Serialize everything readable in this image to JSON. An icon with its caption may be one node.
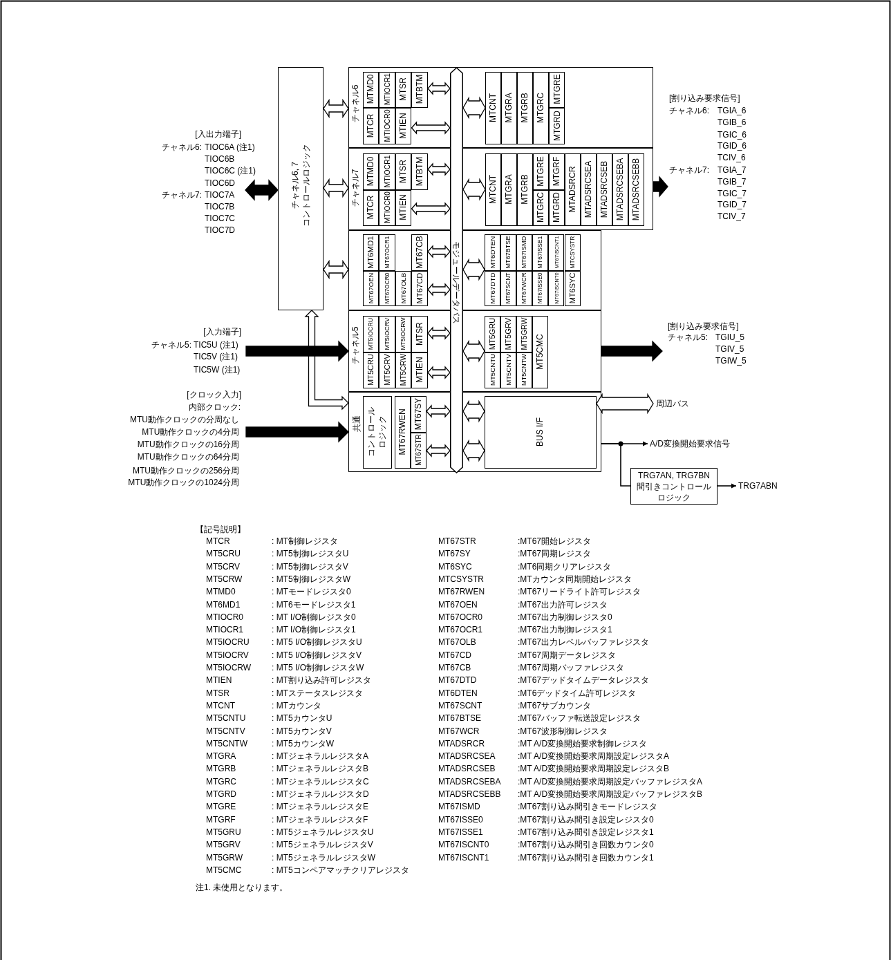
{
  "diagram": {
    "nodes": [
      {
        "text": [
          "チャネル6, 7 コントロールロジック"
        ]
      },
      {
        "text": [
          "チャネル6"
        ]
      },
      {
        "text": [
          "MTMD0"
        ],
        "in": 1
      },
      {
        "text": [
          "MTIOCR1"
        ],
        "in": 1
      },
      {
        "text": [
          "MTSR"
        ],
        "in": 1
      },
      {
        "text": [
          "MTBTM"
        ],
        "in": 1
      },
      {
        "text": [
          "MTCR"
        ],
        "in": 1
      },
      {
        "text": [
          "MTIOCR0"
        ],
        "in": 1
      },
      {
        "text": [
          "MTIEN"
        ],
        "in": 1
      },
      {
        "text": [
          "MTCNT"
        ],
        "in": 1
      },
      {
        "text": [
          "MTGRA"
        ],
        "in": 1
      },
      {
        "text": [
          "MTGRB"
        ],
        "in": 1
      },
      {
        "text": [
          "MTGRC"
        ],
        "in": 1
      },
      {
        "text": [
          "MTGRE"
        ],
        "in": 1
      },
      {
        "text": [
          "MTGRD"
        ],
        "in": 1
      },
      {
        "text": [
          "チャネル7"
        ]
      },
      {
        "text": [
          "MTMD0"
        ],
        "in": 15
      },
      {
        "text": [
          "MTIOCR1"
        ],
        "in": 15
      },
      {
        "text": [
          "MTSR"
        ],
        "in": 15
      },
      {
        "text": [
          "MTBTM"
        ],
        "in": 15
      },
      {
        "text": [
          "MTCR"
        ],
        "in": 15
      },
      {
        "text": [
          "MTIOCR0"
        ],
        "in": 15
      },
      {
        "text": [
          "MTIEN"
        ],
        "in": 15
      },
      {
        "text": [
          "MTCNT"
        ],
        "in": 15
      },
      {
        "text": [
          "MTGRA"
        ],
        "in": 15
      },
      {
        "text": [
          "MTGRB"
        ],
        "in": 15
      },
      {
        "text": [
          "MTGRE"
        ],
        "in": 15
      },
      {
        "text": [
          "MTGRC"
        ],
        "in": 15
      },
      {
        "text": [
          "MTGRF"
        ],
        "in": 15
      },
      {
        "text": [
          "MTGRD"
        ],
        "in": 15
      },
      {
        "text": [
          "MTADSRCR"
        ],
        "in": 15
      },
      {
        "text": [
          "MTADSRCSEA"
        ],
        "in": 15
      },
      {
        "text": [
          "MTADSRCSEB"
        ],
        "in": 15
      },
      {
        "text": [
          "MTADSRCSEBA"
        ],
        "in": 15
      },
      {
        "text": [
          "MTADSRCSEBB"
        ],
        "in": 15
      },
      {
        "text": [],
        "shape": "box"
      },
      {
        "text": [
          "MT6MD1"
        ],
        "in": 35
      },
      {
        "text": [
          "MT67OCR1"
        ],
        "in": 35
      },
      {
        "text": [
          "MT67CB"
        ],
        "in": 35
      },
      {
        "text": [
          "MT67OEN"
        ],
        "in": 35
      },
      {
        "text": [
          "MT67OCR0"
        ],
        "in": 35
      },
      {
        "text": [
          "MT67OLB"
        ],
        "in": 35
      },
      {
        "text": [
          "MT67CD"
        ],
        "in": 35
      },
      {
        "text": [
          "MT6DTEN"
        ],
        "in": 35
      },
      {
        "text": [
          "MT67DTD"
        ],
        "in": 35
      },
      {
        "text": [
          "MT67BTSE"
        ],
        "in": 35
      },
      {
        "text": [
          "MT67SCNT"
        ],
        "in": 35
      },
      {
        "text": [
          "MT67ISMD"
        ],
        "in": 35
      },
      {
        "text": [
          "MT67WCR"
        ],
        "in": 35
      },
      {
        "text": [
          "MT67ISSE1"
        ],
        "in": 35
      },
      {
        "text": [
          "MT67ISSE0"
        ],
        "in": 35
      },
      {
        "text": [
          "MT67ISCNT1"
        ],
        "in": 35
      },
      {
        "text": [
          "MT67ISCNT0"
        ],
        "in": 35
      },
      {
        "text": [
          "MTCSYSTR"
        ],
        "in": 35
      },
      {
        "text": [
          "MT6SYC"
        ],
        "in": 35
      },
      {
        "text": [
          "チャネル5"
        ]
      },
      {
        "text": [
          "MT5IOCRU"
        ],
        "in": 55
      },
      {
        "text": [
          "MT5IOCRV"
        ],
        "in": 55
      },
      {
        "text": [
          "MT5IOCRW"
        ],
        "in": 55
      },
      {
        "text": [
          "MTSR"
        ],
        "in": 55
      },
      {
        "text": [
          "MT5CRU"
        ],
        "in": 55
      },
      {
        "text": [
          "MT5CRV"
        ],
        "in": 55
      },
      {
        "text": [
          "MT5CRW"
        ],
        "in": 55
      },
      {
        "text": [
          "MTIEN"
        ],
        "in": 55
      },
      {
        "text": [
          "MT5GRU"
        ],
        "in": 55
      },
      {
        "text": [
          "MT5CNTU"
        ],
        "in": 55
      },
      {
        "text": [
          "MT5GRV"
        ],
        "in": 55
      },
      {
        "text": [
          "MT5CNTV"
        ],
        "in": 55
      },
      {
        "text": [
          "MT5GRW"
        ],
        "in": 55
      },
      {
        "text": [
          "MT5CNTW"
        ],
        "in": 55
      },
      {
        "text": [
          "MT5CMC"
        ],
        "in": 55
      },
      {
        "text": [
          "共通"
        ]
      },
      {
        "text": [
          "コントロールロジック"
        ],
        "in": 71
      },
      {
        "text": [
          "MT67RWEN"
        ],
        "in": 71
      },
      {
        "text": [
          "MT67SY"
        ],
        "in": 71
      },
      {
        "text": [
          "MT67STR"
        ],
        "in": 71
      },
      {
        "text": [
          "BUS I/F"
        ],
        "in": 71
      },
      {
        "text": [
          "モジュールデータバス"
        ]
      },
      {
        "text": [
          "[入出力端子]",
          "チャネル6:",
          "TIOC6A (注1)",
          "TIOC6B",
          "TIOC6C (注1)",
          "TIOC6D",
          "チャネル7:",
          "TIOC7A",
          "TIOC7B",
          "TIOC7C",
          "TIOC7D"
        ]
      },
      {
        "text": [
          "[入力端子]",
          "チャネル5:",
          "TIC5U (注1)",
          "TIC5V (注1)",
          "TIC5W (注1)"
        ]
      },
      {
        "text": [
          "[クロック入力]",
          "内部クロック:",
          "MTU動作クロックの分周なし",
          "MTU動作クロックの4分周",
          "MTU動作クロックの16分周",
          "MTU動作クロックの64分周",
          "MTU動作クロックの256分周",
          "MTU動作クロックの1024分周"
        ]
      },
      {
        "text": [
          "[割り込み要求信号]",
          "チャネル6:",
          "TGIA_6",
          "TGIB_6",
          "TGIC_6",
          "TGID_6",
          "TCIV_6",
          "チャネル7:",
          "TGIA_7",
          "TGIB_7",
          "TGIC_7",
          "TGID_7",
          "TCIV_7"
        ]
      },
      {
        "text": [
          "[割り込み要求信号]",
          "チャネル5:",
          "TGIU_5",
          "TGIV_5",
          "TGIW_5"
        ]
      },
      {
        "text": [
          "周辺バス"
        ]
      },
      {
        "text": [
          "A/D変換開始要求信号"
        ]
      },
      {
        "text": [
          "TRG7AN, TRG7BN",
          "間引きコントロールロジック"
        ]
      },
      {
        "text": [
          "TRG7ABN"
        ]
      }
    ],
    "edges": [
      {
        "from": 0,
        "to": 1,
        "arrow": "both",
        "style": "thick"
      },
      {
        "from": 0,
        "to": 15,
        "arrow": "both",
        "style": "thick"
      },
      {
        "from": 0,
        "to": 35,
        "arrow": "both",
        "style": "thick"
      },
      {
        "from": 0,
        "to": 71,
        "arrow": "both",
        "style": "thick"
      },
      {
        "from": 5,
        "to": 77,
        "arrow": "both",
        "style": "thick"
      },
      {
        "from": 8,
        "to": 77,
        "arrow": "both",
        "style": "thick"
      },
      {
        "from": 77,
        "to": 9,
        "arrow": "both",
        "style": "thick"
      },
      {
        "from": 19,
        "to": 77,
        "arrow": "both",
        "style": "thick"
      },
      {
        "from": 22,
        "to": 77,
        "arrow": "both",
        "style": "thick"
      },
      {
        "from": 77,
        "to": 23,
        "arrow": "both",
        "style": "thick"
      },
      {
        "from": 38,
        "to": 77,
        "arrow": "both",
        "style": "thick"
      },
      {
        "from": 42,
        "to": 77,
        "arrow": "both",
        "style": "thick"
      },
      {
        "from": 77,
        "to": 43,
        "arrow": "both",
        "style": "thick"
      },
      {
        "from": 59,
        "to": 77,
        "arrow": "both",
        "style": "thick"
      },
      {
        "from": 63,
        "to": 77,
        "arrow": "both",
        "style": "thick"
      },
      {
        "from": 77,
        "to": 64,
        "arrow": "both",
        "style": "thick"
      },
      {
        "from": 74,
        "to": 77,
        "arrow": "both",
        "style": "thick"
      },
      {
        "from": 75,
        "to": 77,
        "arrow": "both",
        "style": "thick"
      },
      {
        "from": 77,
        "to": 76,
        "arrow": "both",
        "style": "thick"
      },
      {
        "from": 77,
        "to": 76,
        "arrow": "both",
        "style": "thick"
      },
      {
        "from": 76,
        "to": 83,
        "arrow": "both",
        "style": "thick"
      },
      {
        "from": 78,
        "to": 0,
        "arrow": "both",
        "style": "thick",
        "color": "#000000"
      },
      {
        "from": 79,
        "to": 55,
        "arrow": "to",
        "style": "thick",
        "color": "#000000"
      },
      {
        "from": 80,
        "to": 71,
        "arrow": "to",
        "style": "thick",
        "color": "#000000"
      },
      {
        "from": 15,
        "to": 81,
        "arrow": "to",
        "style": "thick",
        "color": "#000000"
      },
      {
        "from": 55,
        "to": 82,
        "arrow": "to",
        "style": "thick",
        "color": "#000000"
      },
      {
        "from": 71,
        "to": 84,
        "arrow": "to"
      },
      {
        "from": 71,
        "to": 85,
        "arrow": "none"
      },
      {
        "from": 85,
        "to": 86,
        "arrow": "to"
      }
    ],
    "labels": [
      "【記号説明】",
      "MTCR",
      ": MT制御レジスタ",
      "MT67STR",
      ":MT67開始レジスタ",
      "MT5CRU",
      ": MT5制御レジスタU",
      "MT67SY",
      ":MT67同期レジスタ",
      "MT5CRV",
      ": MT5制御レジスタV",
      "MT6SYC",
      ":MT6同期クリアレジスタ",
      "MT5CRW",
      ": MT5制御レジスタW",
      "MTCSYSTR",
      ":MTカウンタ同期開始レジスタ",
      "MTMD0",
      ": MTモードレジスタ0",
      "MT67RWEN",
      ":MT67リードライト許可レジスタ",
      "MT6MD1",
      ": MT6モードレジスタ1",
      "MT67OEN",
      ":MT67出力許可レジスタ",
      "MTIOCR0",
      ": MT I/O制御レジスタ0",
      "MT67OCR0",
      ":MT67出力制御レジスタ0",
      "MTIOCR1",
      ": MT I/O制御レジスタ1",
      "MT67OCR1",
      ":MT67出力制御レジスタ1",
      "MT5IOCRU",
      ": MT5 I/O制御レジスタU",
      "MT67OLB",
      ":MT67出力レベルバッファレジスタ",
      "MT5IOCRV",
      ": MT5 I/O制御レジスタV",
      "MT67CD",
      ":MT67周期データレジスタ",
      "MT5IOCRW",
      ": MT5 I/O制御レジスタW",
      "MT67CB",
      ":MT67周期バッファレジスタ",
      "MTIEN",
      ": MT割り込み許可レジスタ",
      "MT67DTD",
      ":MT67デッドタイムデータレジスタ",
      "MTSR",
      ": MTステータスレジスタ",
      "MT6DTEN",
      ":MT6デッドタイム許可レジスタ",
      "MTCNT",
      ": MTカウンタ",
      "MT67SCNT",
      ":MT67サブカウンタ",
      "MT5CNTU",
      ": MT5カウンタU",
      "MT67BTSE",
      ":MT67バッファ転送設定レジスタ",
      "MT5CNTV",
      ": MT5カウンタV",
      "MT67WCR",
      ":MT67波形制御レジスタ",
      "MT5CNTW",
      ": MT5カウンタW",
      "MTADSRCR",
      ":MT A/D変換開始要求制御レジスタ",
      "MTGRA",
      ": MTジェネラルレジスタA",
      "MTADSRCSEA",
      ":MT A/D変換開始要求周期設定レジスタA",
      "MTGRB",
      ": MTジェネラルレジスタB",
      "MTADSRCSEB",
      ":MT A/D変換開始要求周期設定レジスタB",
      "MTGRC",
      ": MTジェネラルレジスタC",
      "MTADSRCSEBA",
      ":MT A/D変換開始要求周期設定バッファレジスタA",
      "MTGRD",
      ": MTジェネラルレジスタD",
      "MTADSRCSEBB",
      ":MT A/D変換開始要求周期設定バッファレジスタB",
      "MTGRE",
      ": MTジェネラルレジスタE",
      "MT67ISMD",
      ":MT67割り込み間引きモードレジスタ",
      "MTGRF",
      ": MTジェネラルレジスタF",
      "MT67ISSE0",
      ":MT67割り込み間引き設定レジスタ0",
      "MT5GRU",
      ": MT5ジェネラルレジスタU",
      "MT67ISSE1",
      ":MT67割り込み間引き設定レジスタ1",
      "MT5GRV",
      ": MT5ジェネラルレジスタV",
      "MT67ISCNT0",
      ":MT67割り込み間引き回数カウンタ0",
      "MT5GRW",
      ": MT5ジェネラルレジスタW",
      "MT67ISCNT1",
      ":MT67割り込み間引き回数カウンタ1",
      "MT5CMC",
      ": MT5コンペアマッチクリアレジスタ",
      "注1. 未使用となります。"
    ]
  }
}
